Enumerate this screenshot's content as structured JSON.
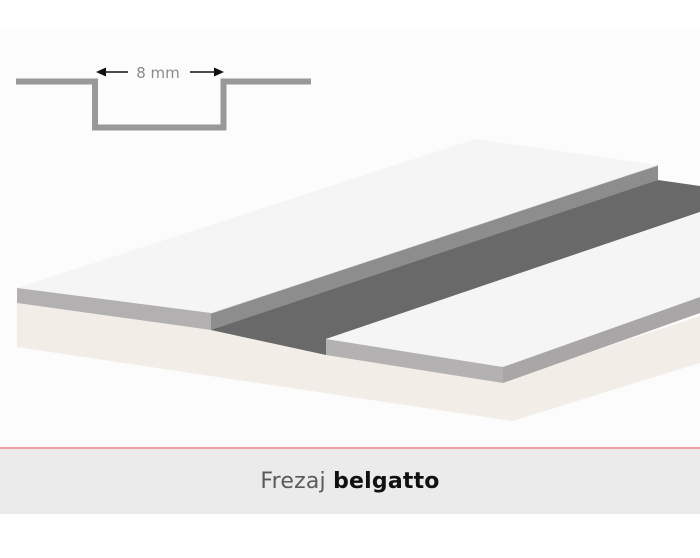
{
  "profile_diagram": {
    "dimension_label": "8 mm",
    "line_color": "#9a9898",
    "arrow_color": "#111111"
  },
  "illustration": {
    "background": "#fcfcfc",
    "top_surface_color": "#f6f5f6",
    "edge_color": "#b3b0b1",
    "groove_color": "#6a696a",
    "groove_wall_color": "#8e8d8e",
    "core_color": "#f3ede8"
  },
  "caption": {
    "light_text": "Frezaj",
    "bold_text": "belgatto",
    "rule_color": "#f19c9c",
    "band_color": "#ebebeb"
  }
}
